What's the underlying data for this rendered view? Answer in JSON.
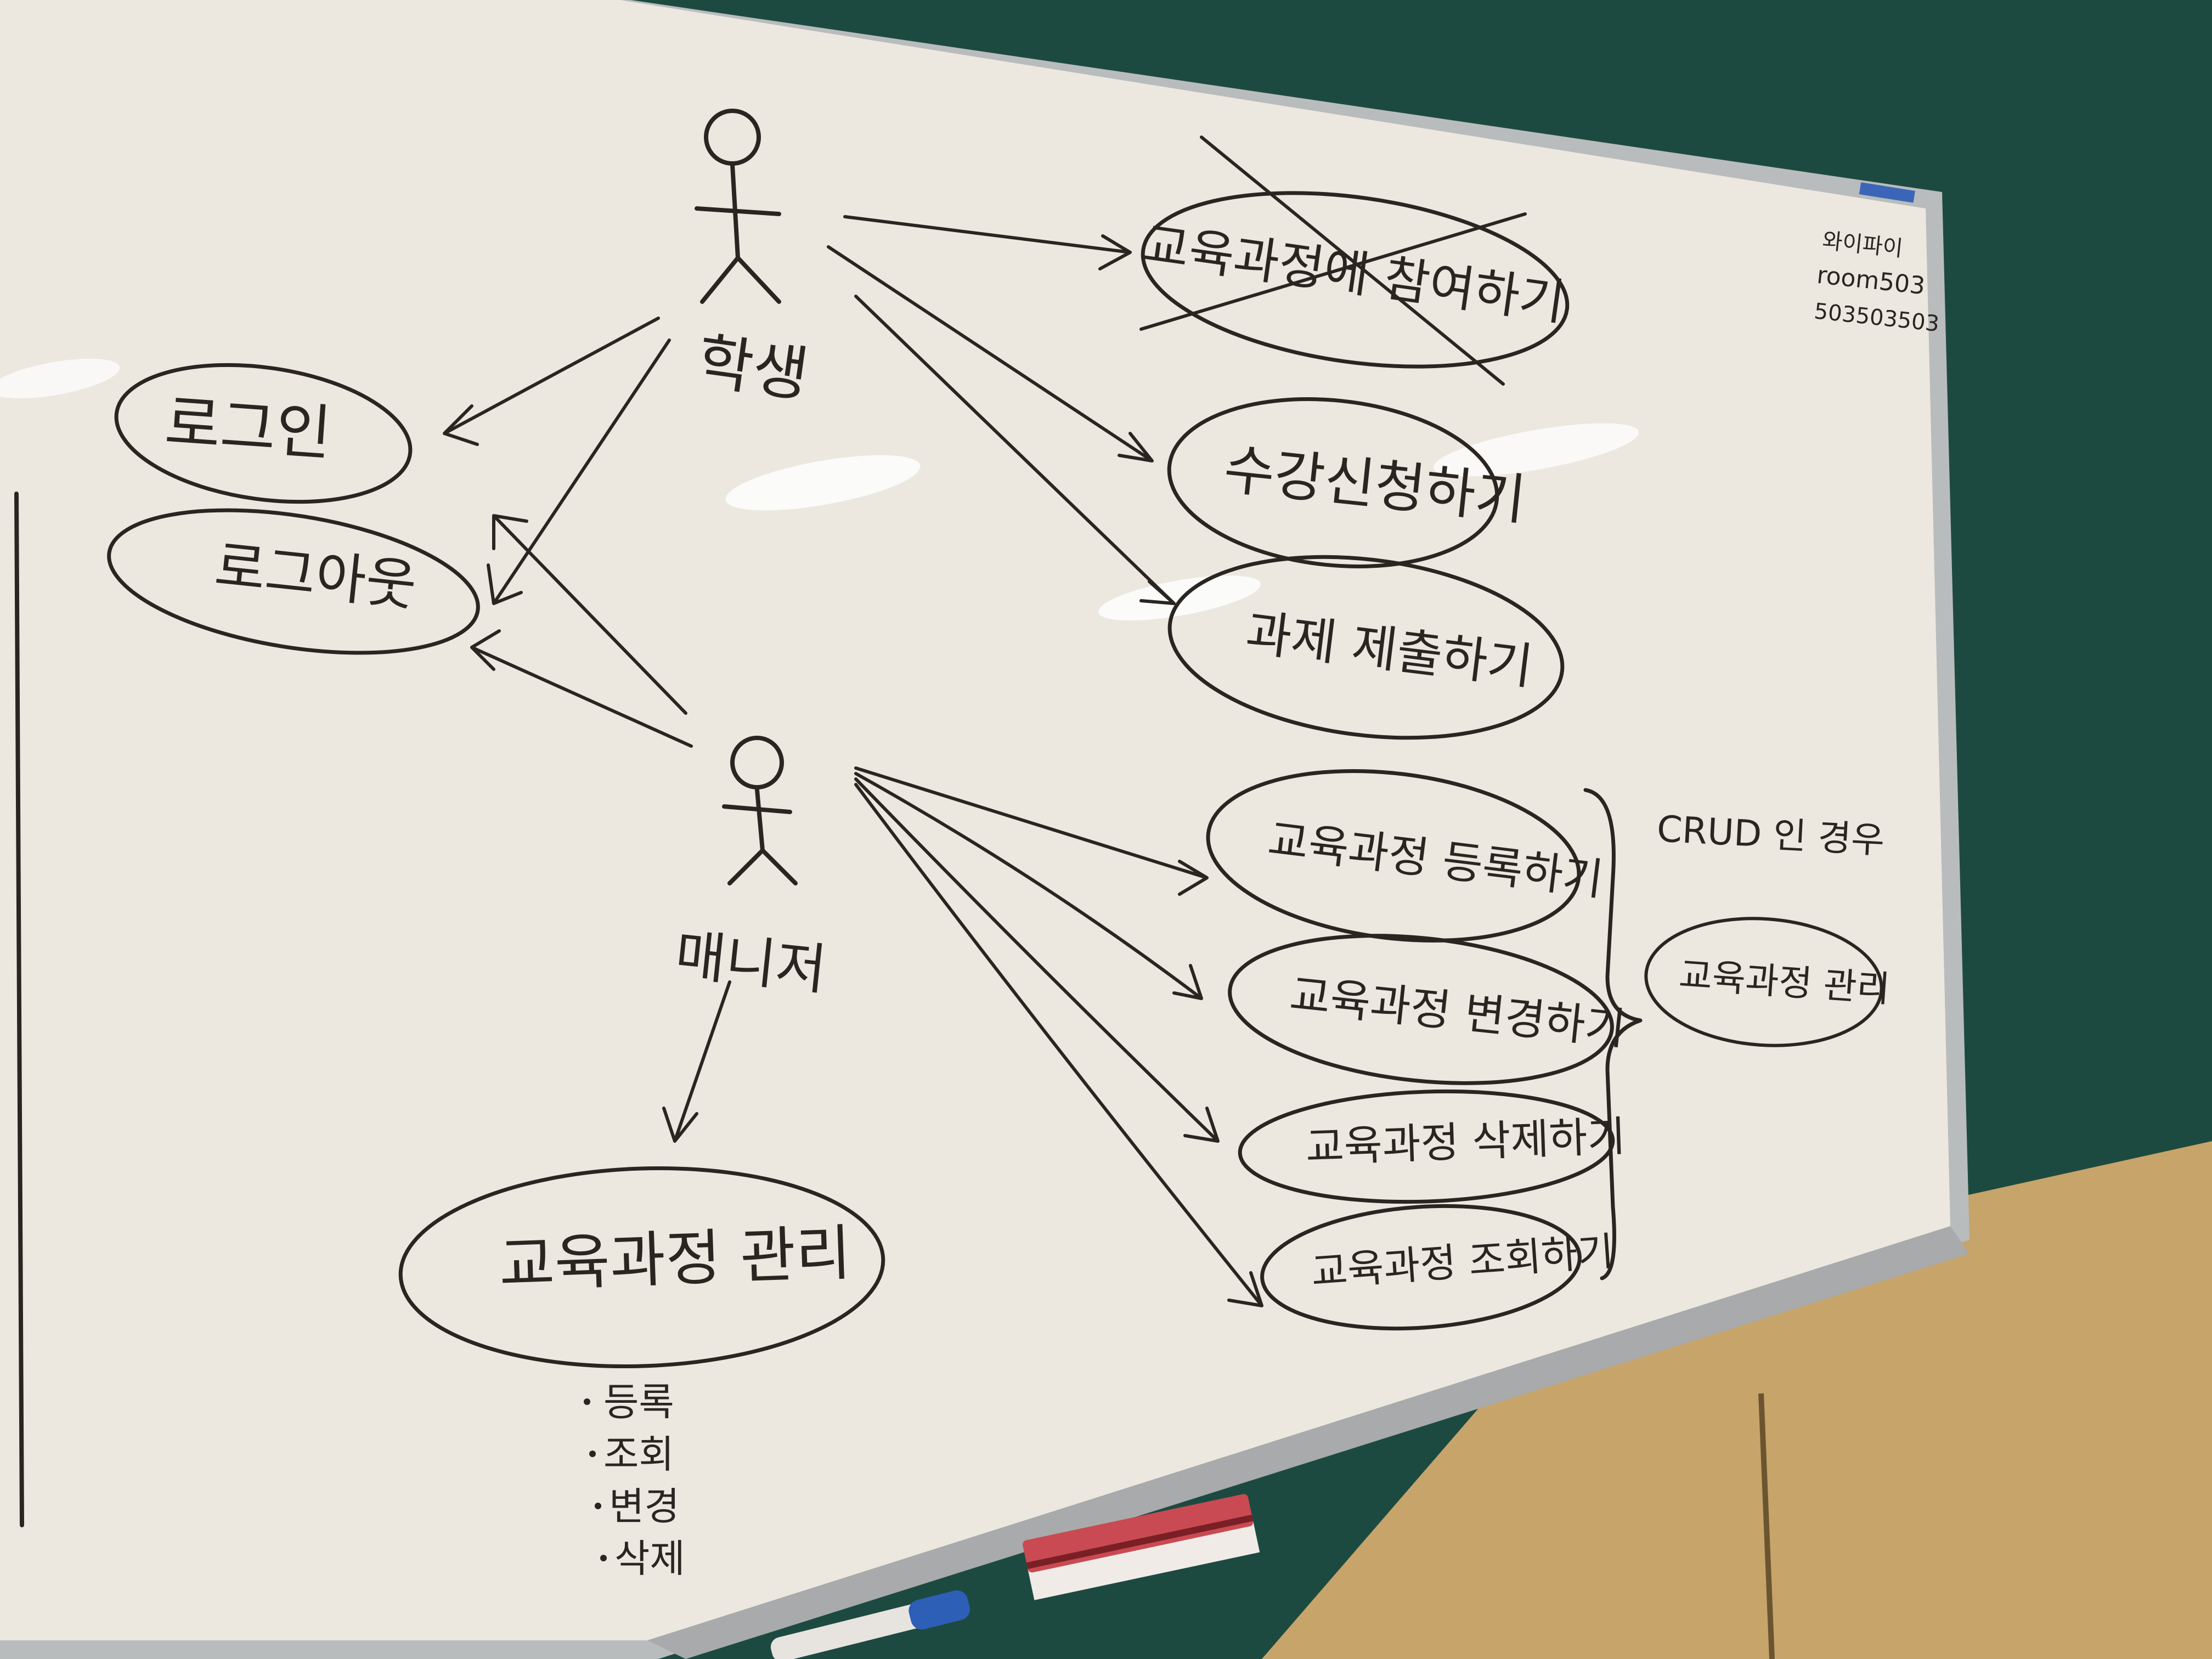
{
  "actors": {
    "student": {
      "label": "학생"
    },
    "manager": {
      "label": "매니저"
    }
  },
  "use_cases": {
    "login": "로그인",
    "logout": "로그아웃",
    "join_course": "교육과정에 참여하기",
    "enroll": "수강신청하기",
    "submit_assignment": "과제 제출하기",
    "course_manage_main": "교육과정 관리",
    "course_register": "교육과정 등록하기",
    "course_edit": "교육과정 변경하기",
    "course_delete": "교육과정 삭제하기",
    "course_view": "교육과정 조회하기",
    "course_manage_group": "교육과정 관리"
  },
  "notes": {
    "crud": "CRUD 인 경우",
    "wifi_title": "와이파이",
    "wifi_ssid": "room503",
    "wifi_password": "503503503"
  },
  "bullets": [
    "등록",
    "조회",
    "변경",
    "삭제"
  ],
  "colors": {
    "board": "#ece8e0",
    "marker": "#2b2522",
    "frame": "#b9bcbd",
    "chalkboard": "#1d4a40",
    "wall": "#c7a46a",
    "eraser": "#c94a52",
    "marker_cap": "#2c5fb5"
  }
}
